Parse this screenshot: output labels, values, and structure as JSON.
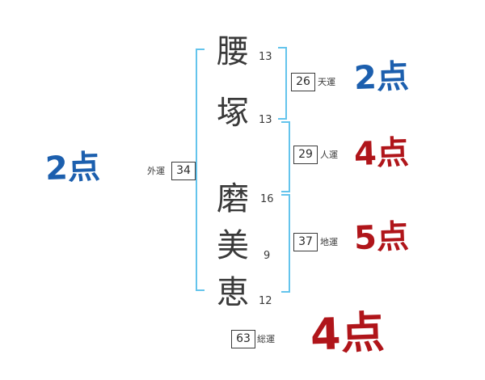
{
  "name_chars": [
    {
      "char": "腰",
      "strokes": "13"
    },
    {
      "char": "塚",
      "strokes": "13"
    },
    {
      "char": "磨",
      "strokes": "16"
    },
    {
      "char": "美",
      "strokes": "9"
    },
    {
      "char": "恵",
      "strokes": "12"
    }
  ],
  "fortunes": {
    "ten": {
      "label": "天運",
      "value": "26",
      "score": "2点"
    },
    "jin": {
      "label": "人運",
      "value": "29",
      "score": "4点"
    },
    "chi": {
      "label": "地運",
      "value": "37",
      "score": "5点"
    },
    "gai": {
      "label": "外運",
      "value": "34",
      "score": "2点"
    },
    "sou": {
      "label": "総運",
      "value": "63",
      "score": "4点"
    }
  },
  "colors": {
    "bracket": "#64c4ec",
    "score_blue": "#1c5fae",
    "score_red": "#b0151a",
    "ink": "#3a3a3a"
  }
}
